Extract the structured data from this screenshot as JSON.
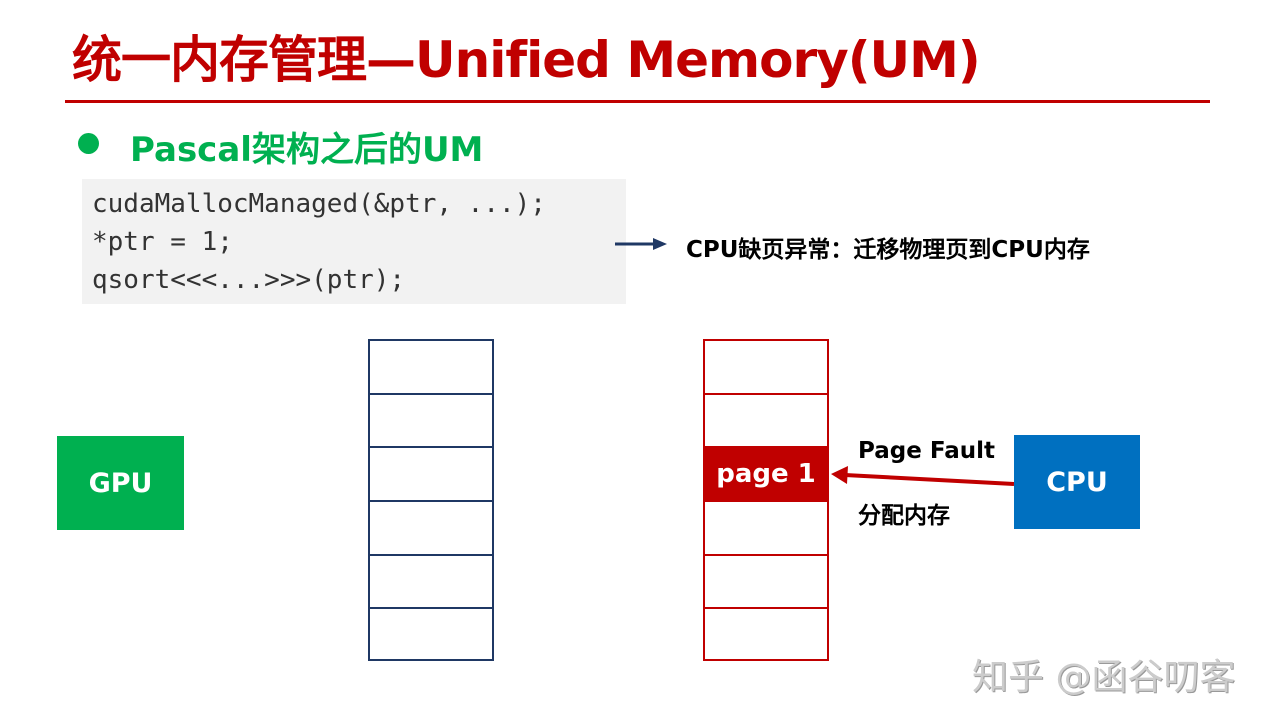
{
  "title": "统一内存管理—Unified Memory(UM)",
  "bullet": "Pascal架构之后的UM",
  "code_lines": [
    "cudaMallocManaged(&ptr, ...);",
    "*ptr = 1;",
    "qsort<<<...>>>(ptr);"
  ],
  "note": "CPU缺页异常：迁移物理页到CPU内存",
  "gpu_label": "GPU",
  "cpu_label": "CPU",
  "page_label": "page 1",
  "arrow_top_label": "Page Fault",
  "arrow_bottom_label": "分配内存",
  "watermark": "知乎 @函谷叨客",
  "colors": {
    "title": "#c00000",
    "bullet": "#00b050",
    "gpu": "#00b050",
    "cpu": "#0070c0",
    "gpu_memory": "#1f3864",
    "cpu_memory": "#c00000"
  }
}
